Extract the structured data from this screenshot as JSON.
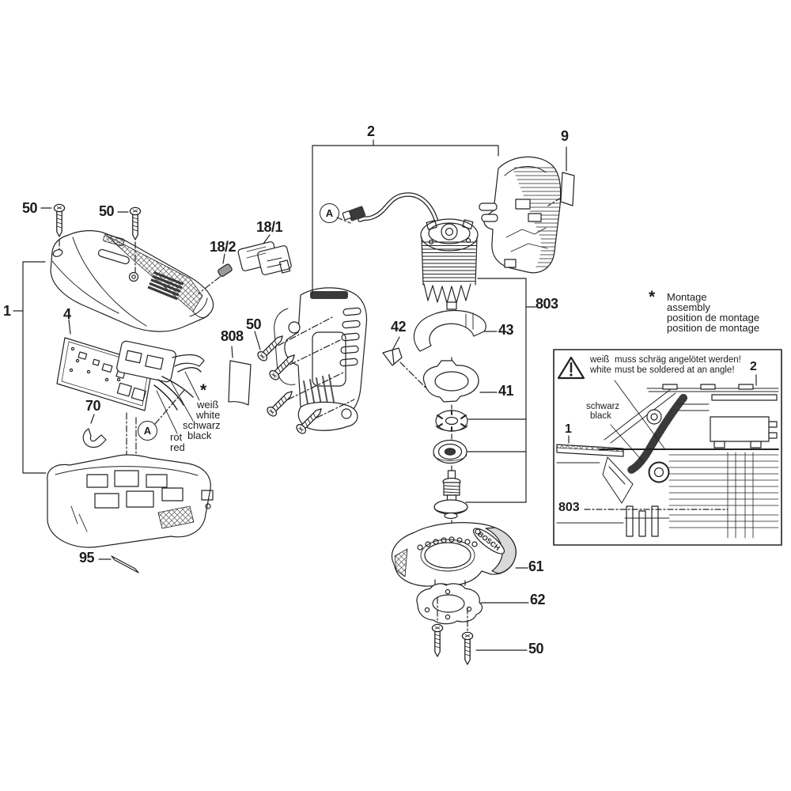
{
  "colors": {
    "background": "#ffffff",
    "ink": "#1c1c1c",
    "shade_dark": "#3a3a3a",
    "shade_mid": "#888888"
  },
  "callouts": [
    {
      "text": "50"
    },
    {
      "text": "50"
    },
    {
      "text": "1"
    },
    {
      "text": "4"
    },
    {
      "text": "18/1"
    },
    {
      "text": "18/2"
    },
    {
      "text": "50"
    },
    {
      "text": "808"
    },
    {
      "text": "70"
    },
    {
      "text": "95"
    },
    {
      "text": "2"
    },
    {
      "text": "9"
    },
    {
      "text": "803"
    },
    {
      "text": "43"
    },
    {
      "text": "42"
    },
    {
      "text": "41"
    },
    {
      "text": "61"
    },
    {
      "text": "62"
    },
    {
      "text": "50"
    }
  ],
  "wire_colors": {
    "symbol": "*",
    "de_white": "weiß",
    "en_white": "white",
    "de_black": "schwarz",
    "en_black": "black",
    "de_red": "rot",
    "en_red": "red"
  },
  "assembly_note": {
    "symbol": "*",
    "lines": [
      "Montage",
      "assembly",
      "position de montage",
      "position de montage"
    ]
  },
  "view_marker": {
    "letter": "A"
  },
  "inset": {
    "warn_de_word": "weiß",
    "warn_de_text": "muss schräg angelötet werden!",
    "warn_en_word": "white",
    "warn_en_text": "must be soldered at an angle!",
    "wire_de": "schwarz",
    "wire_en": "black",
    "callouts": [
      {
        "text": "2"
      },
      {
        "text": "1"
      },
      {
        "text": "803"
      }
    ]
  },
  "brand": {
    "logo": "BOSCH"
  }
}
